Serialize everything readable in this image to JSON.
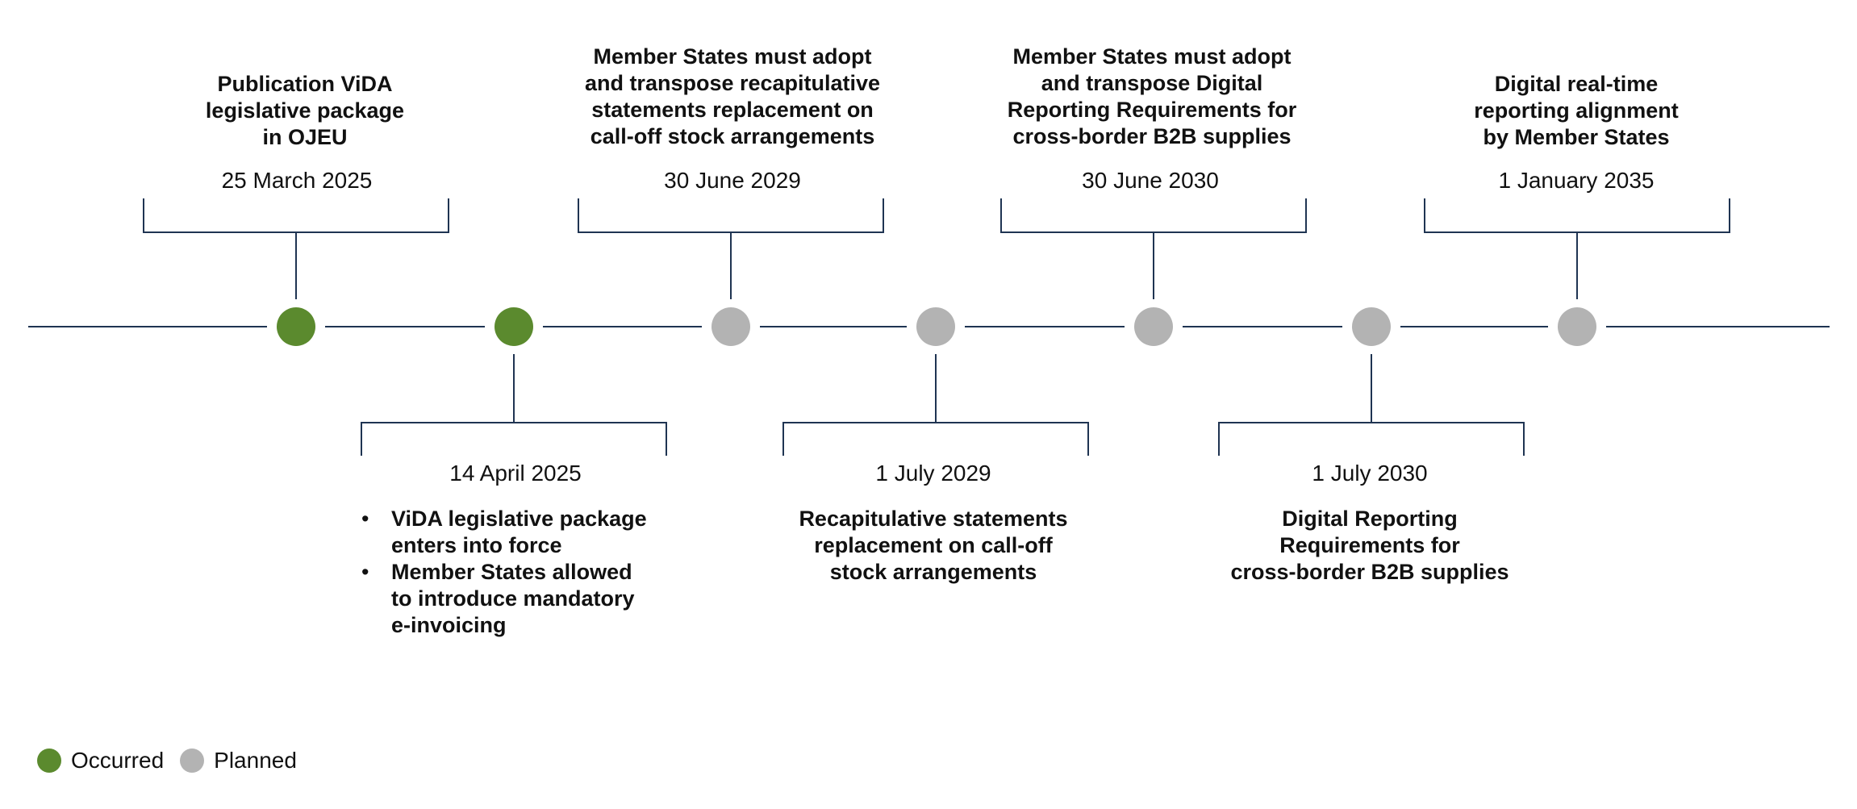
{
  "colors": {
    "occurred": "#5b8a2e",
    "planned": "#b3b3b3",
    "line": "#1f3452",
    "text": "#111111"
  },
  "milestones": [
    {
      "status": "occurred",
      "side": "above",
      "date": "25 March 2025",
      "title_lines": [
        "Publication ViDA",
        "legislative package",
        "in OJEU"
      ]
    },
    {
      "status": "occurred",
      "side": "below",
      "date": "14 April 2025",
      "bullets": [
        [
          "ViDA legislative package",
          "enters into force"
        ],
        [
          "Member States allowed",
          "to introduce mandatory",
          "e-invoicing"
        ]
      ]
    },
    {
      "status": "planned",
      "side": "above",
      "date": "30 June 2029",
      "title_lines": [
        "Member States must adopt",
        "and transpose recapitulative",
        "statements replacement on",
        "call-off stock arrangements"
      ]
    },
    {
      "status": "planned",
      "side": "below",
      "date": "1 July 2029",
      "desc_lines": [
        "Recapitulative statements",
        "replacement on call-off",
        "stock arrangements"
      ]
    },
    {
      "status": "planned",
      "side": "above",
      "date": "30 June 2030",
      "title_lines": [
        "Member States must adopt",
        "and transpose Digital",
        "Reporting Requirements for",
        "cross-border B2B supplies"
      ]
    },
    {
      "status": "planned",
      "side": "below",
      "date": "1 July 2030",
      "desc_lines": [
        "Digital Reporting",
        "Requirements for",
        "cross-border B2B supplies"
      ]
    },
    {
      "status": "planned",
      "side": "above",
      "date": "1 January 2035",
      "title_lines": [
        "Digital real-time",
        "reporting alignment",
        "by Member States"
      ]
    }
  ],
  "legend": {
    "occurred_label": "Occurred",
    "planned_label": "Planned"
  }
}
